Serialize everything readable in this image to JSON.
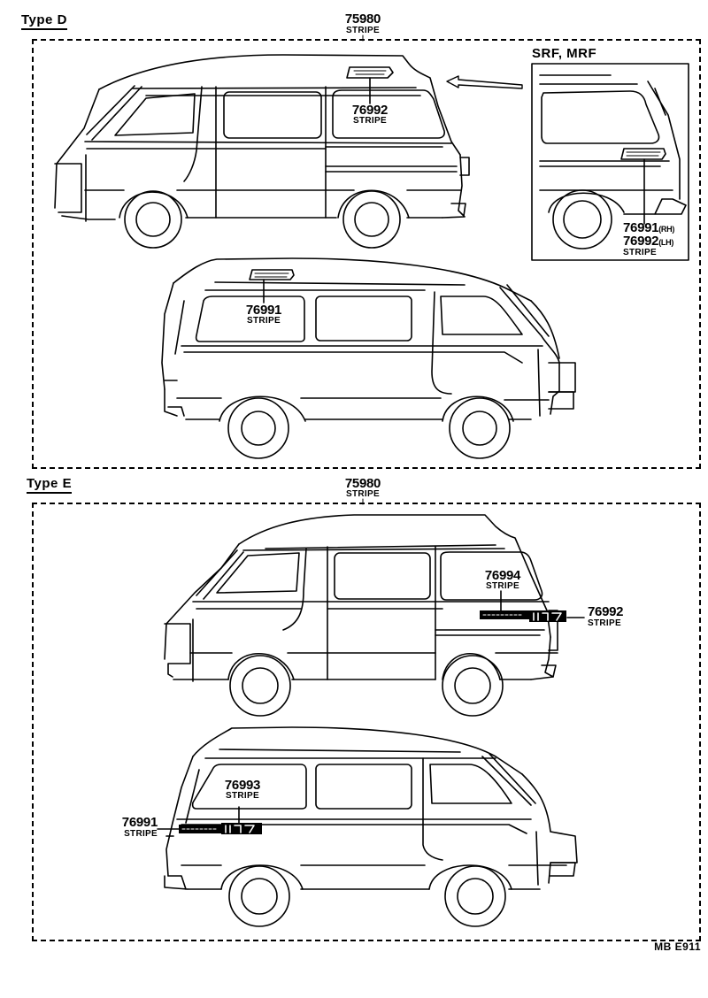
{
  "diagram": {
    "type_d": {
      "label": "Type  D",
      "top_callout": {
        "part": "75980",
        "desc": "STRIPE"
      },
      "inset": {
        "title": "SRF, MRF",
        "callout_rh": {
          "part": "76991",
          "suffix": "(RH)"
        },
        "callout_lh": {
          "part": "76992",
          "suffix": "(LH)"
        },
        "desc": "STRIPE"
      },
      "van_left_side": {
        "callout": {
          "part": "76992",
          "desc": "STRIPE"
        }
      },
      "van_right_side": {
        "callout": {
          "part": "76991",
          "desc": "STRIPE"
        }
      }
    },
    "type_e": {
      "label": "Type  E",
      "top_callout": {
        "part": "75980",
        "desc": "STRIPE"
      },
      "van_left_side": {
        "callout_window": {
          "part": "76994",
          "desc": "STRIPE"
        },
        "callout_rear": {
          "part": "76992",
          "desc": "STRIPE"
        }
      },
      "van_right_side": {
        "callout_window": {
          "part": "76993",
          "desc": "STRIPE"
        },
        "callout_rear": {
          "part": "76991",
          "desc": "STRIPE"
        }
      }
    },
    "footer_code": "MB  E911"
  }
}
